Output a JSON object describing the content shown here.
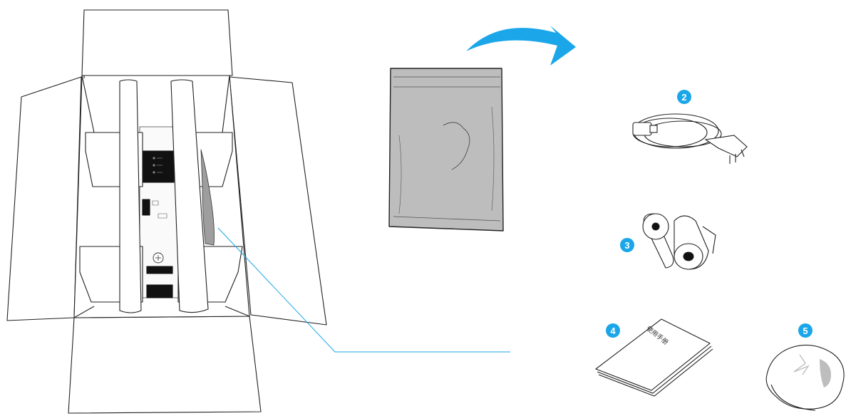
{
  "badges": [
    {
      "label": "2"
    },
    {
      "label": "3"
    },
    {
      "label": "4"
    },
    {
      "label": "5"
    }
  ],
  "manual": {
    "cover_text": "使用手册"
  },
  "colors": {
    "accent": "#1aa6e8",
    "outline": "#222222",
    "bag_fill": "#bdbdbd",
    "panel_fill": "#111111"
  },
  "icons": [
    "curved-arrow-icon",
    "power-cord-icon",
    "paper-rolls-icon",
    "manual-icon",
    "cover-icon"
  ]
}
